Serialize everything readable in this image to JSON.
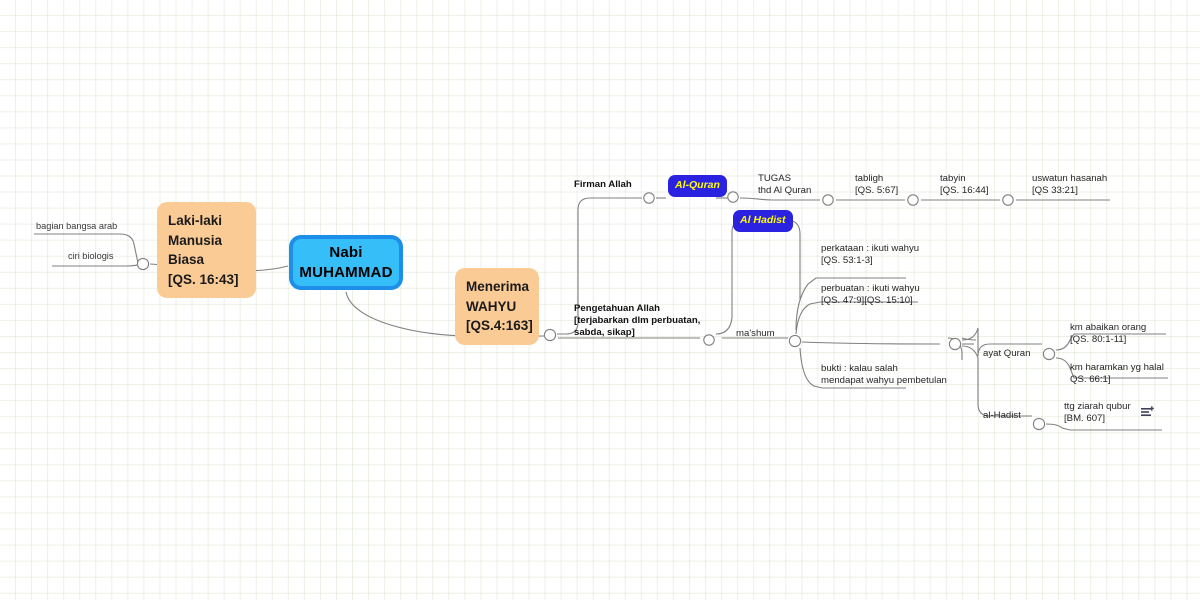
{
  "map": {
    "title": "Nabi MUHAMMAD mind map",
    "colors": {
      "central_fill": "#35BEF8",
      "central_border": "#1E8FE8",
      "topic_fill": "#FBCB96",
      "badge_fill": "#2A22E0",
      "badge_text": "#FFFF00",
      "wire": "#808080",
      "grid": "#A8BE8C"
    },
    "central": {
      "line1": "Nabi",
      "line2": "MUHAMMAD"
    },
    "topics": {
      "human": "Laki-laki\nManusia Biasa\n[QS. 16:43]",
      "human_l1": "Laki-laki",
      "human_l2": "Manusia Biasa",
      "human_l3": "[QS. 16:43]",
      "wahyu_l1": "Menerima",
      "wahyu_l2": "WAHYU",
      "wahyu_l3": "[QS.4:163]"
    },
    "left_branch": {
      "items": [
        {
          "label": "bagian bangsa arab"
        },
        {
          "label": "ciri biologis"
        }
      ]
    },
    "wahyu_branch": {
      "firman": "Firman Allah",
      "pengetahuan_l1": "Pengetahuan Allah",
      "pengetahuan_l2": "[terjabarkan dlm perbuatan,",
      "pengetahuan_l3": "sabda, sikap]"
    },
    "badges": {
      "quran": "Al-Quran",
      "hadist": "Al Hadist"
    },
    "quran_chain": {
      "tugas_l1": "TUGAS",
      "tugas_l2": "thd Al Quran",
      "items": [
        {
          "line1": "tabligh",
          "line2": "[QS. 5:67]"
        },
        {
          "line1": "tabyin",
          "line2": "[QS. 16:44]"
        },
        {
          "line1": "uswatun hasanah",
          "line2": "[QS 33:21]"
        }
      ]
    },
    "hadist_branch": {
      "items": [
        {
          "line1": "perkataan : ikuti wahyu",
          "line2": "[QS. 53:1-3]"
        },
        {
          "line1": "perbuatan : ikuti wahyu",
          "line2": "[QS. 47:9][QS. 15:10]"
        },
        {
          "line1": "bukti : kalau salah",
          "line2": "mendapat wahyu pembetulan"
        }
      ]
    },
    "mashum": {
      "label": "ma'shum",
      "sources": [
        {
          "label": "ayat Quran"
        },
        {
          "label": "al-Hadist"
        }
      ],
      "quran_children": [
        {
          "line1": "km abaikan orang",
          "line2": "[QS. 80:1-11]"
        },
        {
          "line1": "km haramkan yg halal",
          "line2": "QS. 66:1]"
        }
      ],
      "hadist_children": [
        {
          "line1": "ttg ziarah qubur",
          "line2": "[BM. 607]",
          "icon": "note-add-icon"
        }
      ]
    }
  }
}
